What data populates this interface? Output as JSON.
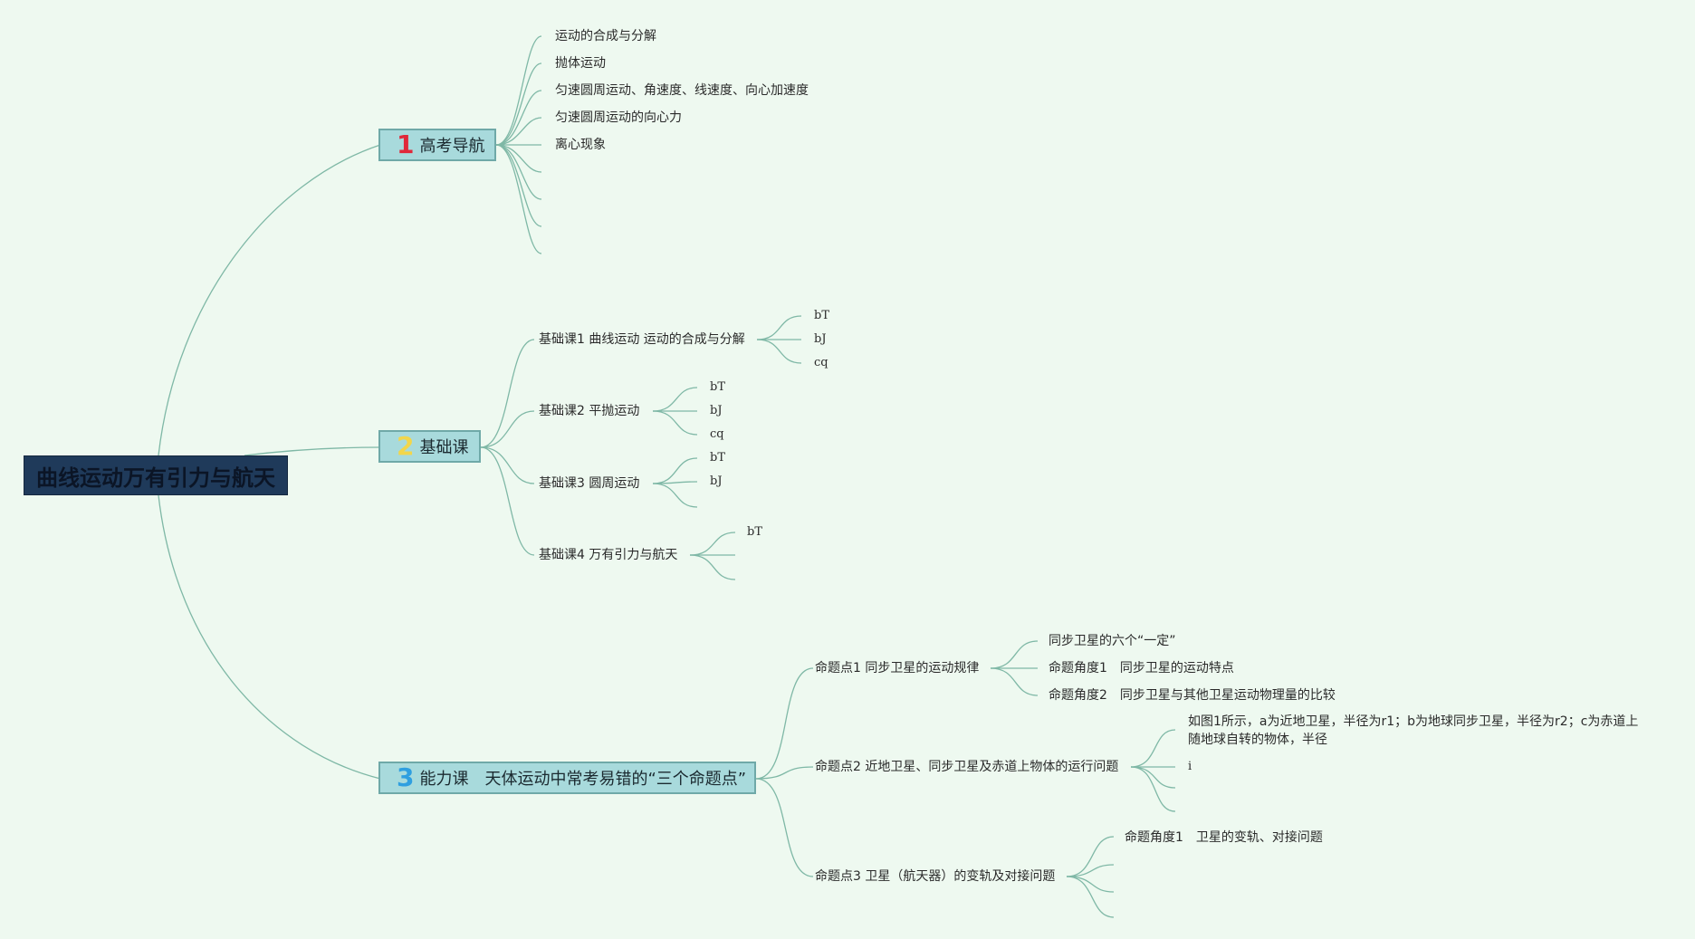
{
  "root": {
    "title": "曲线运动万有引力与航天"
  },
  "branches": [
    {
      "number": "1",
      "number_color": "#e0283a",
      "label": "高考导航",
      "items": [
        "运动的合成与分解",
        "抛体运动",
        "匀速圆周运动、角速度、线速度、向心加速度",
        "匀速圆周运动的向心力",
        "离心现象"
      ]
    },
    {
      "number": "2",
      "number_color": "#f2d64b",
      "label": "基础课",
      "items": [
        {
          "label": "基础课1 曲线运动 运动的合成与分解",
          "children": [
            "bT",
            "bJ",
            "cq"
          ]
        },
        {
          "label": "基础课2 平抛运动",
          "children": [
            "bT",
            "bJ",
            "cq"
          ]
        },
        {
          "label": "基础课3 圆周运动",
          "children": [
            "bT",
            "bJ"
          ]
        },
        {
          "label": "基础课4 万有引力与航天",
          "children": [
            "bT"
          ]
        }
      ]
    },
    {
      "number": "3",
      "number_color": "#2f9fe0",
      "label": "能力课　天体运动中常考易错的“三个命题点”",
      "items": [
        {
          "label": "命题点1 同步卫星的运动规律",
          "children": [
            "同步卫星的六个“一定”",
            "命题角度1　同步卫星的运动特点",
            "命题角度2　同步卫星与其他卫星运动物理量的比较"
          ]
        },
        {
          "label": "命题点2 近地卫星、同步卫星及赤道上物体的运行问题",
          "children": [
            "如图1所示，a为近地卫星，半径为r1；b为地球同步卫星，半径为r2；c为赤道上随地球自转的物体，半径",
            "i"
          ]
        },
        {
          "label": "命题点3 卫星（航天器）的变轨及对接问题",
          "children": [
            "命题角度1　卫星的变轨、对接问题"
          ]
        }
      ]
    }
  ],
  "colors": {
    "background": "#eef9f0",
    "link": "#7fb8a6",
    "root_fill": "#1f3a5a",
    "branch_fill": "#a8dadc"
  }
}
